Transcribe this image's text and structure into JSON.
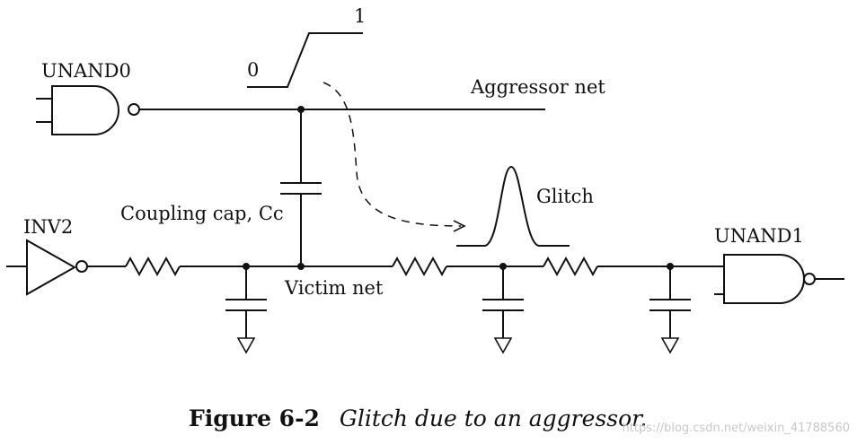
{
  "labels": {
    "gate_unand0": "UNAND0",
    "gate_inv2": "INV2",
    "gate_unand1": "UNAND1",
    "aggressor_net": "Aggressor net",
    "victim_net": "Victim net",
    "coupling_cap": "Coupling cap, Cc",
    "glitch": "Glitch",
    "transition_low": "0",
    "transition_high": "1"
  },
  "caption": {
    "number": "Figure 6-2",
    "text": "Glitch due to an aggressor."
  },
  "watermark": "https://blog.csdn.net/weixin_41788560"
}
